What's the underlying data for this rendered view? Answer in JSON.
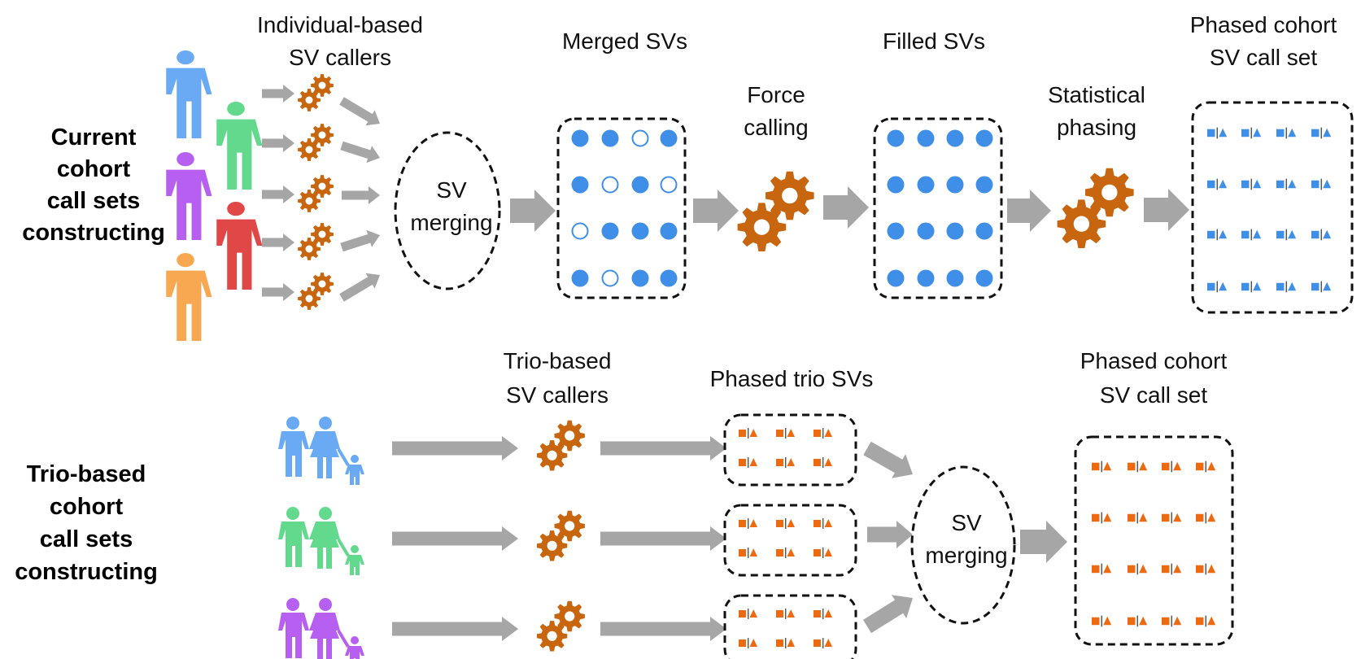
{
  "rows": {
    "top": {
      "side_label": [
        "Current",
        "cohort",
        "call sets",
        "constructing"
      ],
      "stages": {
        "callers": [
          "Individual-based",
          "SV callers"
        ],
        "merging": [
          "SV",
          "merging"
        ],
        "merged": [
          "Merged SVs"
        ],
        "force": [
          "Force",
          "calling"
        ],
        "filled": [
          "Filled SVs"
        ],
        "phasing": [
          "Statistical",
          "phasing"
        ],
        "phased": [
          "Phased cohort",
          "SV call set"
        ]
      },
      "merged_grid": [
        [
          true,
          true,
          false,
          true
        ],
        [
          true,
          false,
          true,
          false
        ],
        [
          false,
          true,
          true,
          true
        ],
        [
          true,
          false,
          true,
          true
        ]
      ]
    },
    "bottom": {
      "side_label": [
        "Trio-based",
        "cohort",
        "call sets",
        "constructing"
      ],
      "stages": {
        "callers": [
          "Trio-based",
          "SV callers"
        ],
        "trio": [
          "Phased trio SVs"
        ],
        "merging": [
          "SV",
          "merging"
        ],
        "phased": [
          "Phased cohort",
          "SV call set"
        ]
      }
    }
  },
  "colors": {
    "blue": "#3f8ee8",
    "person_blue": "#6aaaf5",
    "green": "#62d98c",
    "purple": "#b75ff0",
    "red": "#e04848",
    "orange_person": "#f7a850",
    "gear": "#c8650f",
    "orange_mark": "#ee6a10",
    "arrow": "#a6a6a6"
  },
  "icons": {
    "people": [
      "person-icon",
      "family-icon"
    ],
    "tools": [
      "gear-icon"
    ],
    "flow": [
      "arrow-icon"
    ],
    "markers": [
      "filled-circle-icon",
      "open-circle-icon",
      "square-triangle-icon"
    ]
  }
}
